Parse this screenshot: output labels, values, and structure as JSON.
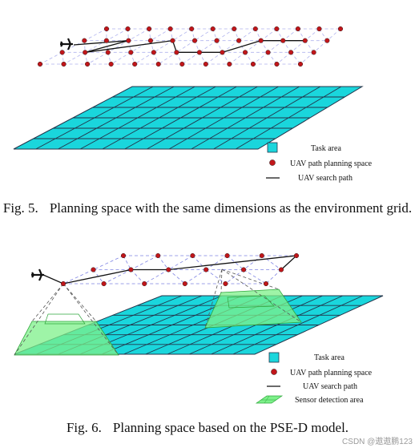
{
  "figure5": {
    "legend": {
      "task_area": "Task area",
      "planning_space": "UAV path planning space",
      "search_path": "UAV search path"
    },
    "caption_number": "Fig. 5.",
    "caption_text": "Planning space with the same dimensions as the environment grid."
  },
  "figure6": {
    "legend": {
      "task_area": "Task area",
      "planning_space": "UAV path planning space",
      "search_path": "UAV search path",
      "sensor_area": "Sensor detection area"
    },
    "caption_number": "Fig. 6.",
    "caption_text": "Planning space based on the PSE-D model."
  },
  "watermark": "CSDN @遨遨鹏123",
  "colors": {
    "task_area": "#1ad6dc",
    "grid_line": "#23344a",
    "node": "#c1161a",
    "planning_lines": "#6f74e0",
    "sensor_area": "#7df08a",
    "path": "#111111"
  },
  "icons": [
    "uav-icon"
  ]
}
